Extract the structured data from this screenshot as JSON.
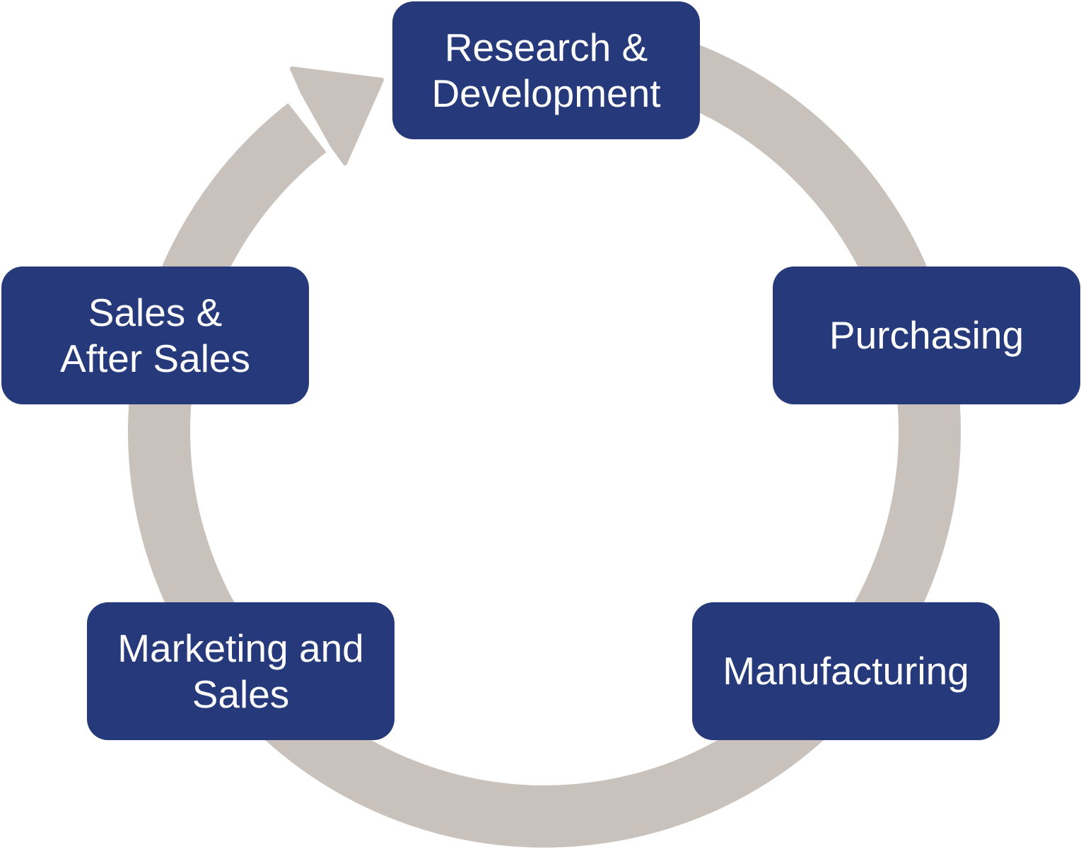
{
  "diagram": {
    "type": "cycle",
    "direction": "clockwise",
    "colors": {
      "box_fill": "#263a7b",
      "box_text": "#ffffff",
      "ring": "#c9c1bb",
      "background": "#ffffff"
    },
    "stages": [
      {
        "id": "rd",
        "label": "Research &\nDevelopment"
      },
      {
        "id": "purchasing",
        "label": "Purchasing"
      },
      {
        "id": "manufacturing",
        "label": "Manufacturing"
      },
      {
        "id": "marketing",
        "label": "Marketing and\nSales"
      },
      {
        "id": "sales",
        "label": "Sales &\nAfter Sales"
      }
    ],
    "arrow": {
      "from": "Sales & After Sales",
      "to": "Research & Development",
      "icon": "arrowhead"
    }
  }
}
